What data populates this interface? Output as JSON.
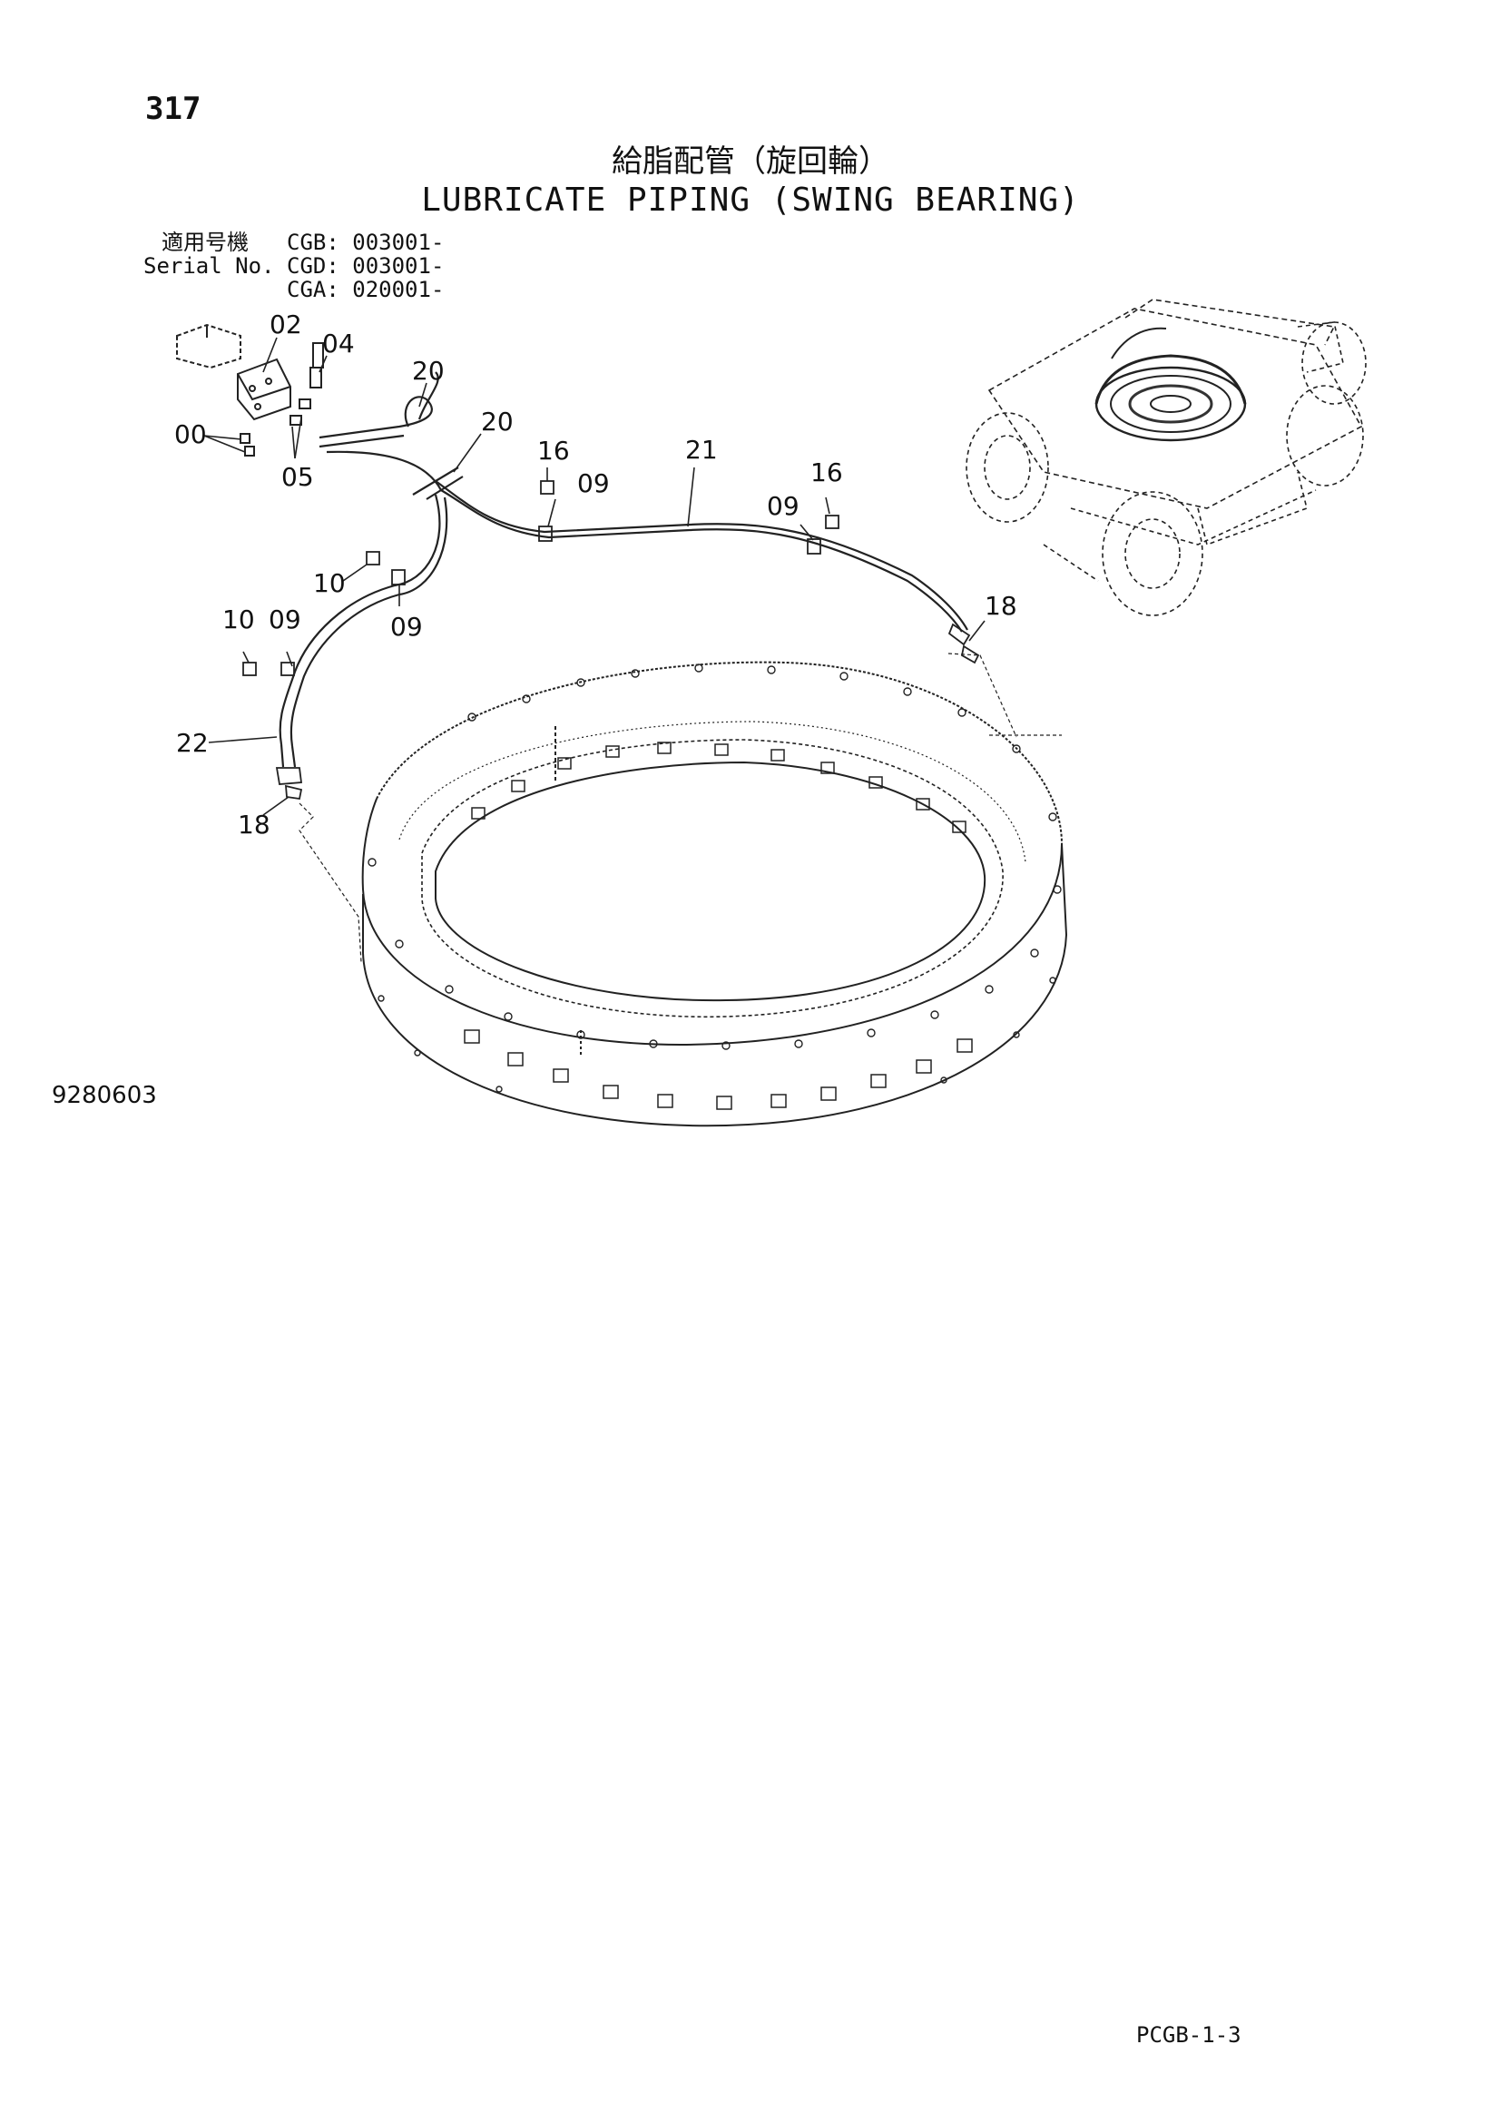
{
  "page_number": "317",
  "title_jp": "給脂配管（旋回輪）",
  "title_en": "LUBRICATE PIPING (SWING BEARING)",
  "serial": {
    "label_jp": "適用号機",
    "label_en": "Serial No.",
    "entries": [
      "CGB: 003001-",
      "CGD: 003001-",
      "CGA: 020001-"
    ]
  },
  "callouts": [
    "02",
    "04",
    "20",
    "20",
    "00",
    "05",
    "16",
    "09",
    "21",
    "16",
    "09",
    "10",
    "09",
    "18",
    "10",
    "09",
    "22",
    "18"
  ],
  "drawing_reference": "9280603",
  "page_code": "PCGB-1-3"
}
